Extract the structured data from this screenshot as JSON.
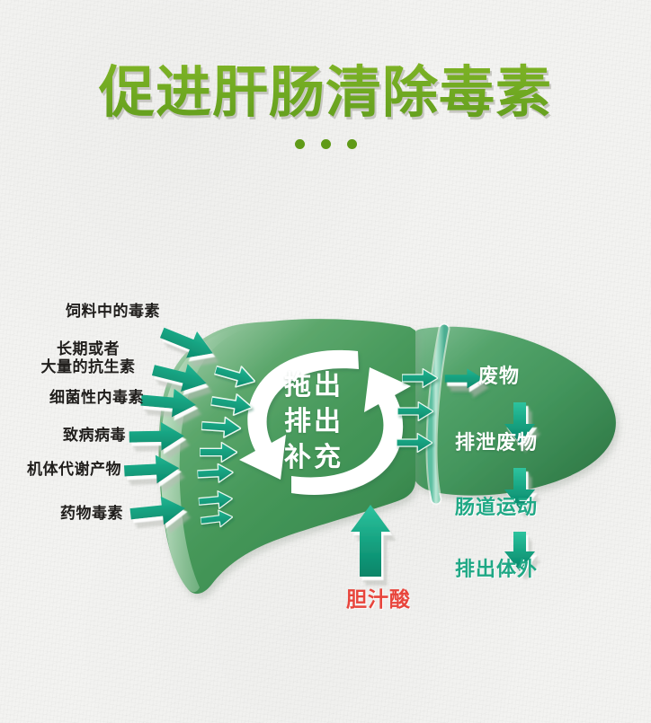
{
  "header": {
    "title": "促进肝肠清除毒素",
    "dots": [
      "dot",
      "dot",
      "dot"
    ],
    "title_color_top": "#8fbe2a",
    "title_color_bottom": "#649f1e",
    "dot_color": "#5f9a17"
  },
  "background": {
    "color": "#f3f3f1",
    "texture": "paper-fiber"
  },
  "colors": {
    "liver_green_light": "#8fc49a",
    "liver_green_mid": "#4f9e5e",
    "liver_green_dark": "#2f7a45",
    "arrow_teal": "#17a181",
    "arrow_teal_dark": "#0e8f72",
    "bile_duct_teal": "#8ad4bd",
    "label_teal": "#1fa885",
    "bile_red": "#e8453c",
    "white": "#ffffff"
  },
  "left_labels": [
    {
      "id": "feed-toxin",
      "text": "饲料中的毒素"
    },
    {
      "id": "antibiotics",
      "text": "长期或者\n大量的抗生素"
    },
    {
      "id": "bacterial-toxin",
      "text": "细菌性内毒素"
    },
    {
      "id": "pathogenic-virus",
      "text": "致病病毒"
    },
    {
      "id": "metabolite",
      "text": "机体代谢产物"
    },
    {
      "id": "drug-toxin",
      "text": "药物毒素"
    }
  ],
  "center": {
    "cycle_lines": [
      "拖出",
      "排出",
      "补充"
    ],
    "cycle_text": "拖出\n排出\n补充",
    "icon": "recycle-circular-arrows"
  },
  "right_labels": [
    {
      "id": "waste",
      "text": "废物",
      "placement": "on-liver"
    },
    {
      "id": "excrete-waste",
      "text": "排泄废物",
      "placement": "on-liver"
    },
    {
      "id": "intestinal-motion",
      "text": "肠道运动",
      "placement": "off-liver"
    },
    {
      "id": "expel-out-body",
      "text": "排出体外",
      "placement": "off-liver"
    }
  ],
  "bottom": {
    "bile_acid_label": "胆汁酸",
    "bile_arrow": "up-arrow"
  },
  "arrow_counts": {
    "left_external": 6,
    "inner_liver": 7,
    "right_outflow": 3,
    "down_chain": 3
  }
}
